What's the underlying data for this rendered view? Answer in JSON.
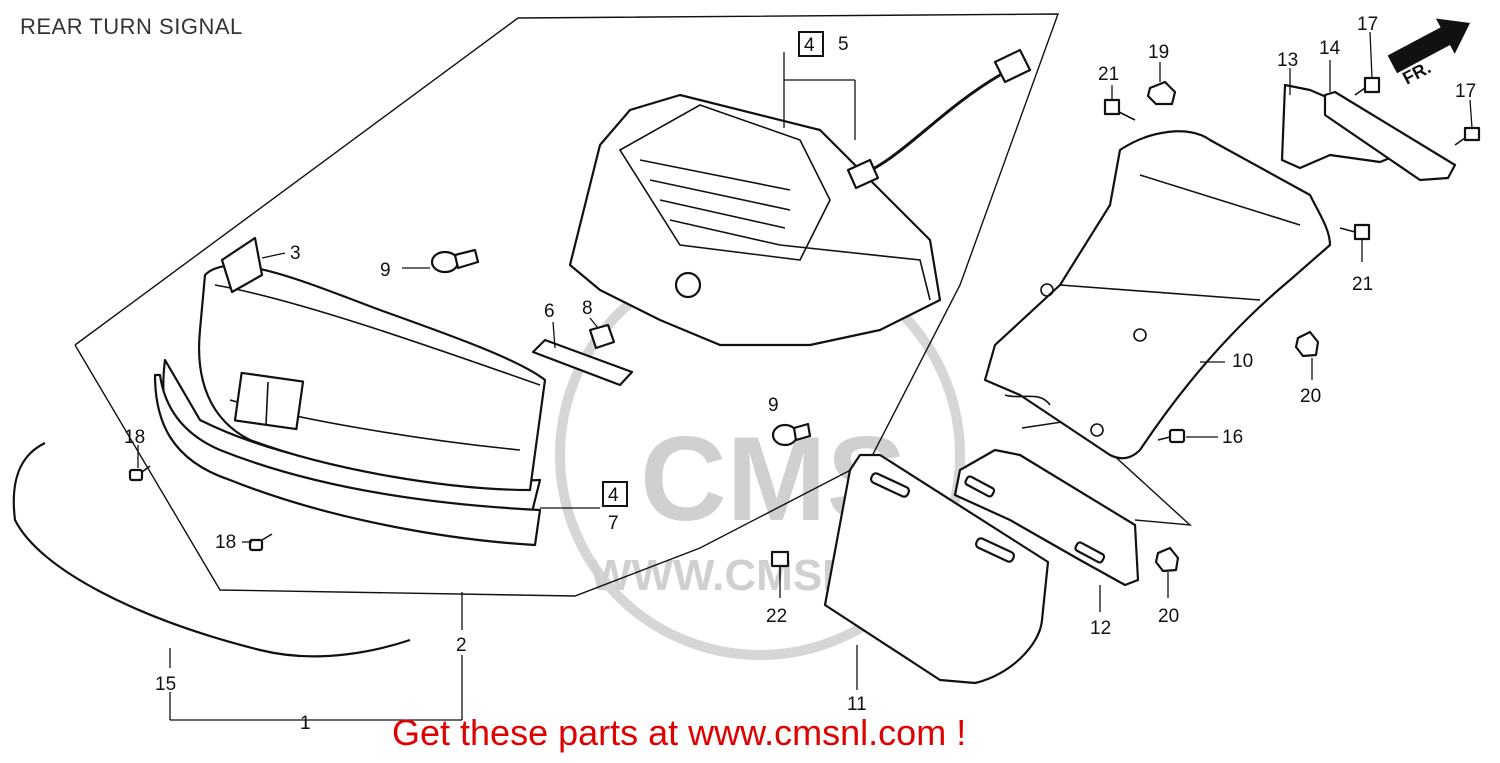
{
  "title": "REAR TURN SIGNAL",
  "footer": "Get these parts at www.cmsnl.com !",
  "watermark": {
    "logo": "CMS",
    "url": "WWW.CMSNL.COM"
  },
  "direction_badge": "FR.",
  "boxed_label": "4",
  "labels": {
    "p1": "1",
    "p2": "2",
    "p3": "3",
    "p5": "5",
    "p6": "6",
    "p7": "7",
    "p8": "8",
    "p9a": "9",
    "p9b": "9",
    "p10": "10",
    "p11": "11",
    "p12": "12",
    "p13": "13",
    "p14": "14",
    "p15": "15",
    "p16": "16",
    "p17a": "17",
    "p17b": "17",
    "p18a": "18",
    "p18b": "18",
    "p19": "19",
    "p20a": "20",
    "p20b": "20",
    "p21a": "21",
    "p21b": "21",
    "p22": "22"
  }
}
